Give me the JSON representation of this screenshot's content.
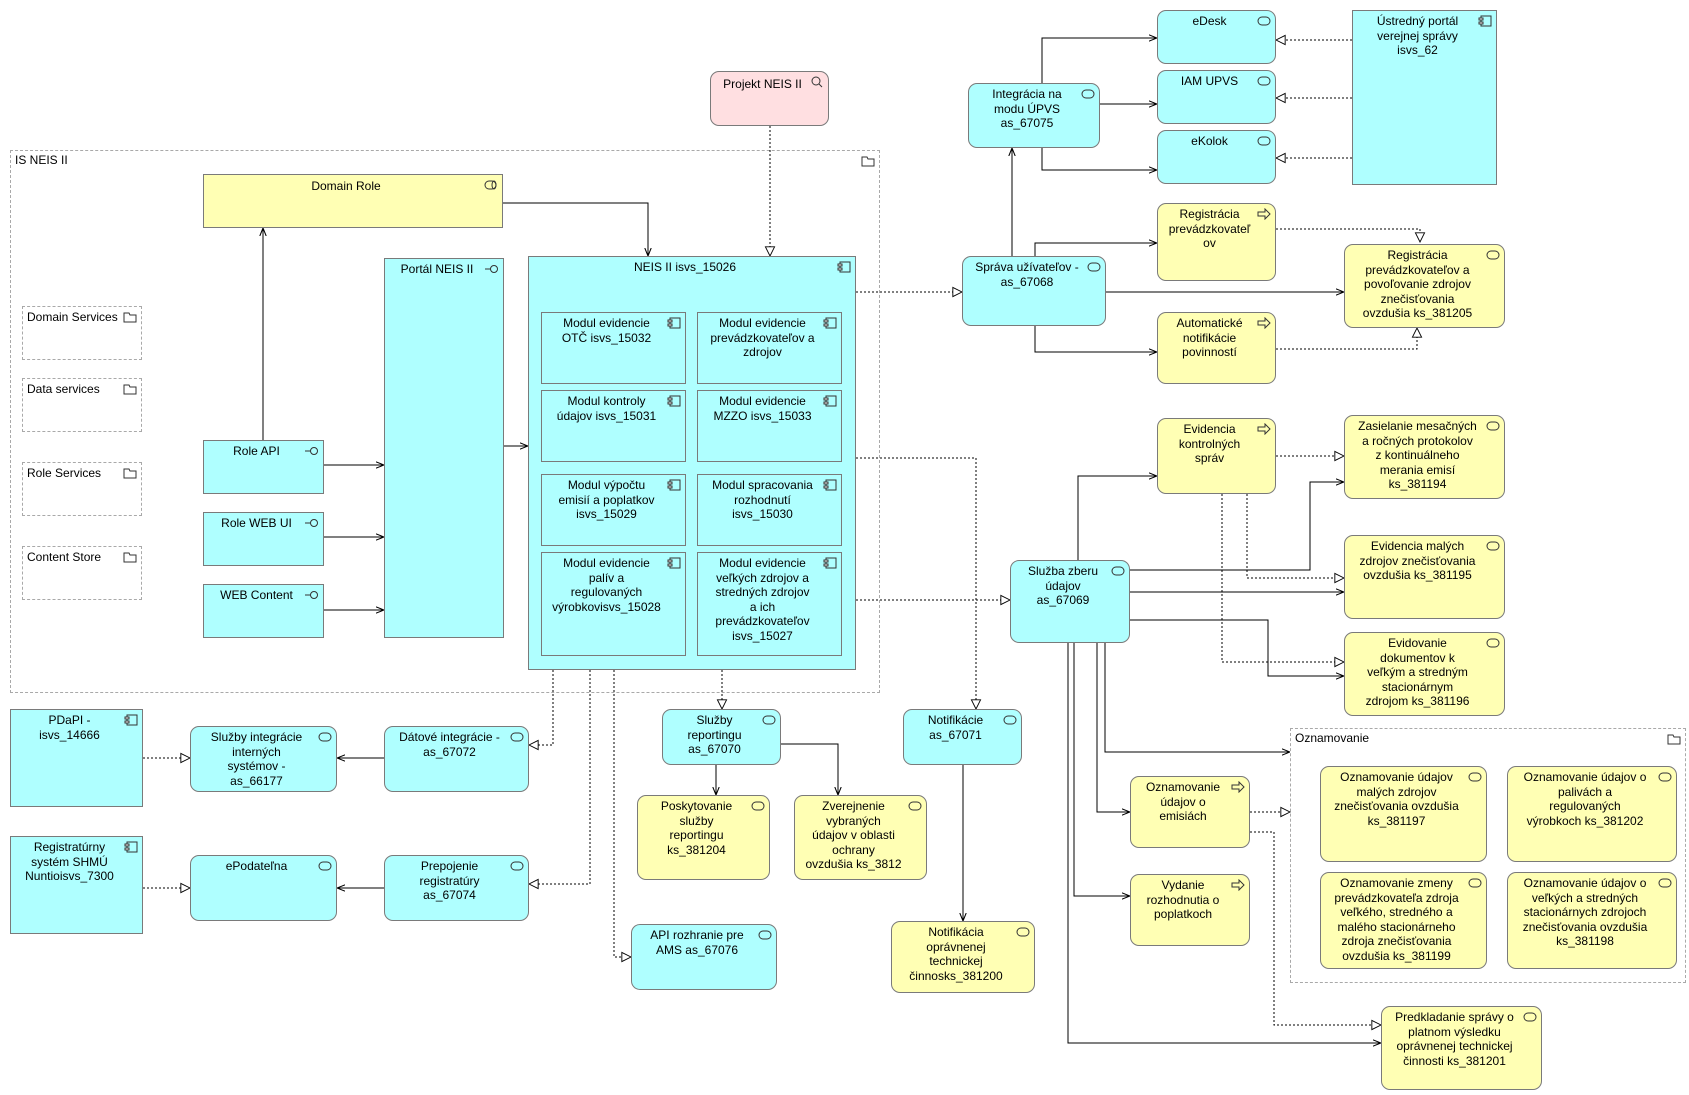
{
  "groups": {
    "is_neis": "IS NEIS II",
    "oznamovanie": "Oznamovanie"
  },
  "folders": {
    "domain_services": "Domain Services",
    "data_services": "Data services",
    "role_services": "Role Services",
    "content_store": "Content Store"
  },
  "nodes": {
    "projekt": "Projekt NEIS II",
    "domain_role": "Domain Role",
    "portal": "Portál NEIS II",
    "neis": "NEIS II  isvs_15026",
    "mod_otc": "Modul evidencie\nOTČ isvs_15032",
    "mod_prev": "Modul evidencie\nprevádzkovateľov a\nzdrojov",
    "mod_kontroly": "Modul kontroly\núdajov isvs_15031",
    "mod_mzzo": "Modul evidencie\nMZZO isvs_15033",
    "mod_vypoctu": "Modul výpočtu\nemisií a poplatkov\nisvs_15029",
    "mod_spracovania": "Modul spracovania\nrozhodnutí\nisvs_15030",
    "mod_paliv": "Modul evidencie\npalív a\nregulovaných\nvýrobkovisvs_15028",
    "mod_velkych": "Modul evidencie\nveľkých zdrojov a\nstredných zdrojov\na ich\nprevádzkovateľov\nisvs_15027",
    "role_api": "Role API",
    "role_web": "Role WEB UI",
    "web_content": "WEB Content",
    "integracia": "Integrácia na\nmodu ÚPVS\nas_67075",
    "edesk": "eDesk",
    "iam": "IAM UPVS",
    "ekolok": "eKolok",
    "ustredny": "Ústredný portál\nverejnej správy\nisvs_62",
    "sprava": "Správa užívateľov -\nas_67068",
    "reg_prev": "Registrácia\nprevádzkovateľ\nov",
    "auto_notif": "Automatické\nnotifikácie\npovinností",
    "reg_povol": "Registrácia\nprevádzkovateľov a\npovoľovanie zdrojov\nznečisťovania\novzdušia ks_381205",
    "evid_kontrol": "Evidencia\nkontrolných\nspráv",
    "zasielanie": "Zasielanie mesačných\na ročných protokolov\nz kontinuálneho\nmerania emisí\nks_381194",
    "evid_malych": "Evidencia malých\nzdrojov znečisťovania\novzdušia ks_381195",
    "evid_dok": "Evidovanie\ndokumentov k\nveľkým a stredným\nstacionárnym\nzdrojom ks_381196",
    "sluzba_zberu": "Služba zberu\núdajov\nas_67069",
    "ozn_emisiach": "Oznamovanie\núdajov o\nemisiách",
    "vydanie": "Vydanie\nrozhodnutia o\npoplatkoch",
    "ozn_malych": "Oznamovanie údajov\nmalých zdrojov\nznečisťovania ovzdušia\nks_381197",
    "ozn_paliv": "Oznamovanie údajov o\npalivách a\nregulovaných\nvýrobkoch ks_381202",
    "ozn_zmeny": "Oznamovanie zmeny\nprevádzkovateľa zdroja\nveľkého, stredného a\nmalého stacionárneho\nzdroja znečisťovania\novzdušia ks_381199",
    "ozn_velkych": "Oznamovanie údajov o\nveľkých a stredných\nstacionárnych zdrojoch\nznečisťovania ovzdušia\nks_381198",
    "predkladanie": "Predkladanie správy o\nplatnom výsledku\noprávnenej technickej\nčinnosti ks_381201",
    "pdapi": "PDaPI -\nisvs_14666",
    "sluzby_integr": "Služby integrácie\ninterných\nsystémov -\nas_66177",
    "datove": "Dátové integrácie -\nas_67072",
    "registraturny": "Registratúrny\nsystém SHMÚ\nNuntioisvs_7300",
    "epodatelna": "ePodateľna",
    "prepojenie": "Prepojenie\nregistratúry\nas_67074",
    "sluzby_rep": "Služby\nreportingu\nas_67070",
    "poskytovanie": "Poskytovanie\nslužby\nreportingu\nks_381204",
    "zverejnenie": "Zverejnenie\nvybraných\núdajov v oblasti\nochrany\novzdušia ks_3812",
    "notifikacie": "Notifikácie\nas_67071",
    "notif_opr": "Notifikácia\noprávnenej\ntechnickej\nčinnosks_381200",
    "api_ams": "API rozhranie pre\nAMS  as_67076"
  },
  "colors": {
    "application": "#afffff",
    "business": "#ffffb4",
    "motivation": "#ffdfe1",
    "border": "#7a7a7a"
  }
}
